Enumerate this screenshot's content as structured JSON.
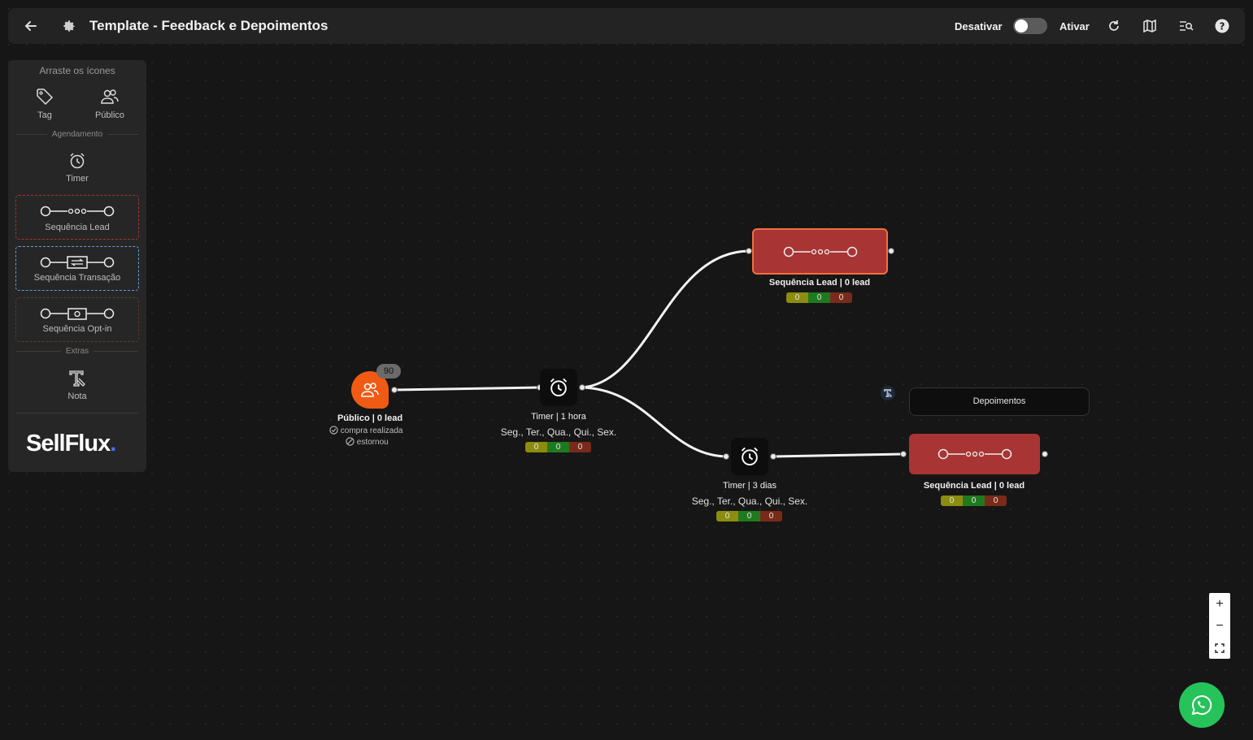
{
  "header": {
    "title": "Template - Feedback e Depoimentos",
    "deactivate_label": "Desativar",
    "activate_label": "Ativar"
  },
  "palette": {
    "hint": "Arraste os ícones",
    "tag_label": "Tag",
    "publico_label": "Público",
    "agendamento_label": "Agendamento",
    "timer_label": "Timer",
    "seq_lead_label": "Sequência Lead",
    "seq_transacao_label": "Sequência Transação",
    "seq_optin_label": "Sequência Opt-in",
    "extras_label": "Extras",
    "nota_label": "Nota",
    "logo_text": "SellFlux",
    "logo_dot": "."
  },
  "nodes": {
    "publico": {
      "badge": "90",
      "label": "Público | 0 lead",
      "condition1": "compra realizada",
      "condition2": "estornou"
    },
    "timer1": {
      "label": "Timer | 1 hora",
      "days": "Seg., Ter., Qua., Qui., Sex.",
      "stats": [
        "0",
        "0",
        "0"
      ]
    },
    "seq1": {
      "label": "Sequência Lead | 0 lead",
      "stats": [
        "0",
        "0",
        "0"
      ]
    },
    "timer2": {
      "label": "Timer | 3 dias",
      "days": "Seg., Ter., Qua., Qui., Sex.",
      "stats": [
        "0",
        "0",
        "0"
      ]
    },
    "seq2": {
      "label": "Sequência Lead | 0 lead",
      "stats": [
        "0",
        "0",
        "0"
      ]
    },
    "note": {
      "text": "Depoimentos"
    }
  },
  "zoom": {
    "plus": "+",
    "minus": "−"
  },
  "colors": {
    "publico_orange": "#f05a14",
    "sequence_red": "#a83434",
    "selected_outline": "#f07040",
    "whatsapp_green": "#25c35a"
  }
}
